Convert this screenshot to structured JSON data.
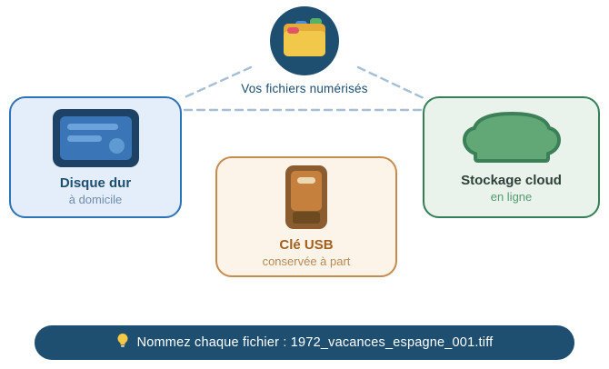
{
  "hub": {
    "label": "Vos fichiers numérisés",
    "icon": "folder-icon"
  },
  "cards": [
    {
      "id": "disque-dur",
      "title": "Disque dur",
      "subtitle": "à domicile",
      "icon": "hard-drive-icon",
      "accent": "#2e72b8",
      "bg": "#e4eefa"
    },
    {
      "id": "cle-usb",
      "title": "Clé USB",
      "subtitle": "conservée à part",
      "icon": "usb-key-icon",
      "accent": "#c88a4d",
      "bg": "#fcf4e9"
    },
    {
      "id": "stockage-cloud",
      "title": "Stockage cloud",
      "subtitle": "en ligne",
      "icon": "cloud-icon",
      "accent": "#338057",
      "bg": "#eaf2ec"
    }
  ],
  "tip": {
    "icon": "lightbulb-icon",
    "text": "Nommez chaque fichier : 1972_vacances_espagne_001.tiff"
  },
  "colors": {
    "navy": "#1e4e70",
    "dashed_line": "#a6bed6",
    "background": "#ffffff",
    "folder_yellow": "#f2c84b",
    "cloud_green": "#62a877",
    "usb_brown": "#8a5c30",
    "hdd_blue": "#3a76b7"
  }
}
